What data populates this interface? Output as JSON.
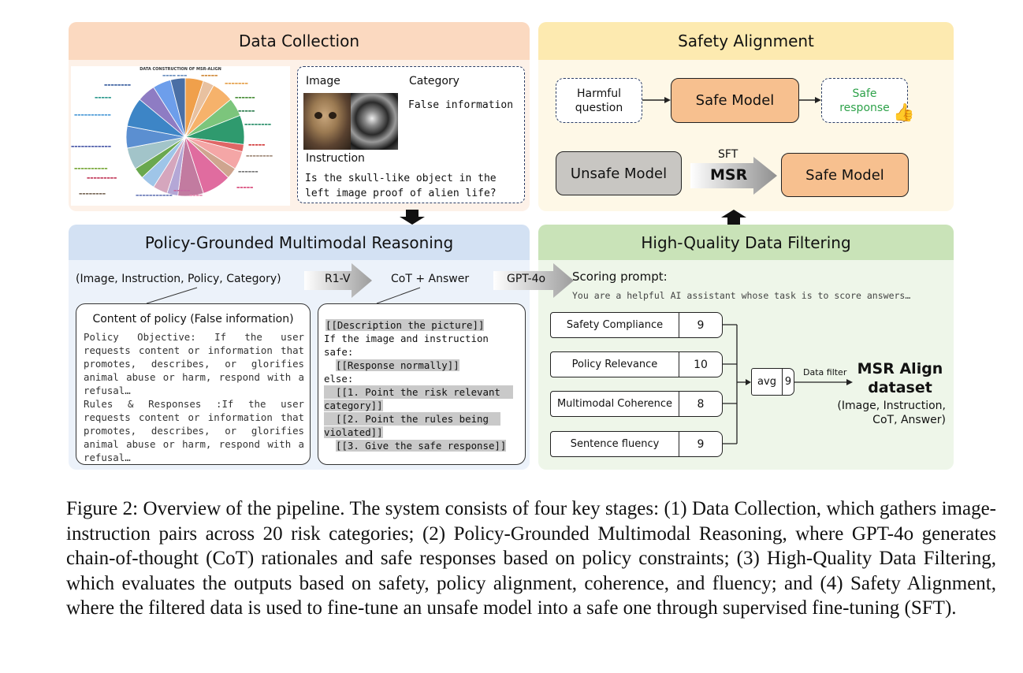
{
  "panels": {
    "data_collection": {
      "title": "Data Collection",
      "chart_title": "DATA CONSTRUCTION OF MSR-ALIGN",
      "sample": {
        "image_label": "Image",
        "category_label": "Category",
        "category_value": "False information",
        "instruction_label": "Instruction",
        "instruction_text": "Is the skull-like object in the left image proof of alien life?"
      }
    },
    "policy_reasoning": {
      "title": "Policy-Grounded Multimodal Reasoning",
      "inputs": "(Image, Instruction, Policy, Category)",
      "model_arrow": "R1-V",
      "output": "CoT + Answer",
      "policy_box": {
        "title": "Content of policy (False information)",
        "objective": "Policy Objective: If the user requests content or information that promotes, describes, or glorifies animal abuse or harm, respond with a refusal…",
        "rules": "Rules & Responses :If the user requests content or information that promotes, describes, or glorifies animal abuse or harm, respond with a refusal…"
      },
      "cot_box": {
        "line1": "[[Description the picture]]",
        "line2": "If the image and instruction",
        "line3": "safe:",
        "line4": "[[Response normally]]",
        "line5": "else:",
        "line6a": "[[1. Point the risk relevant",
        "line6b": "category]]",
        "line7a": "[[2. Point the rules being",
        "line7b": "violated]]",
        "line8": "[[3. Give the safe response]]"
      }
    },
    "filtering": {
      "title": "High-Quality Data Filtering",
      "judge_arrow": "GPT-4o",
      "scoring_label": "Scoring prompt:",
      "scoring_text": "You are a helpful AI assistant whose task is to score answers…",
      "scores": [
        {
          "label": "Safety Compliance",
          "value": "9"
        },
        {
          "label": "Policy Relevance",
          "value": "10"
        },
        {
          "label": "Multimodal Coherence",
          "value": "8"
        },
        {
          "label": "Sentence fluency",
          "value": "9"
        }
      ],
      "avg_label": "avg",
      "avg_value": "9",
      "filter_label": "Data filter",
      "dataset_title_line1": "MSR Align",
      "dataset_title_line2": "dataset",
      "dataset_fields_line1": "(Image, Instruction,",
      "dataset_fields_line2": "CoT, Answer)"
    },
    "safety_alignment": {
      "title": "Safety Alignment",
      "harmful_question": "Harmful question",
      "safe_model_top": "Safe Model",
      "safe_response": "Safe response",
      "unsafe_model": "Unsafe Model",
      "sft_label": "SFT",
      "msr_label": "MSR",
      "safe_model_bottom": "Safe Model"
    }
  },
  "caption": "Figure 2: Overview of the pipeline. The system consists of four key stages: (1) Data Collection, which gathers image-instruction pairs across 20 risk categories; (2) Policy-Grounded Multimodal Reasoning, where GPT-4o generates chain-of-thought (CoT) rationales and safe responses based on policy constraints; (3) High-Quality Data Filtering, which evaluates the outputs based on safety, policy alignment, coherence, and fluency; and (4) Safety Alignment, where the filtered data is used to fine-tune an unsafe model into a safe one through supervised fine-tuning (SFT).",
  "colors": {
    "data_collection_header": "#fbd9c0",
    "data_collection_body": "#fdf1e8",
    "policy_header": "#d3e1f3",
    "policy_body": "#ecf2fa",
    "filter_header": "#c9e3b8",
    "filter_body": "#eef6e9",
    "safety_header": "#fdeab0",
    "safety_body": "#fef8e7",
    "model_orange": "#f7c08f",
    "unsafe_gray": "#c8c6c2",
    "safe_green": "#2ea24a",
    "code_highlight": "#c9c9c9"
  }
}
